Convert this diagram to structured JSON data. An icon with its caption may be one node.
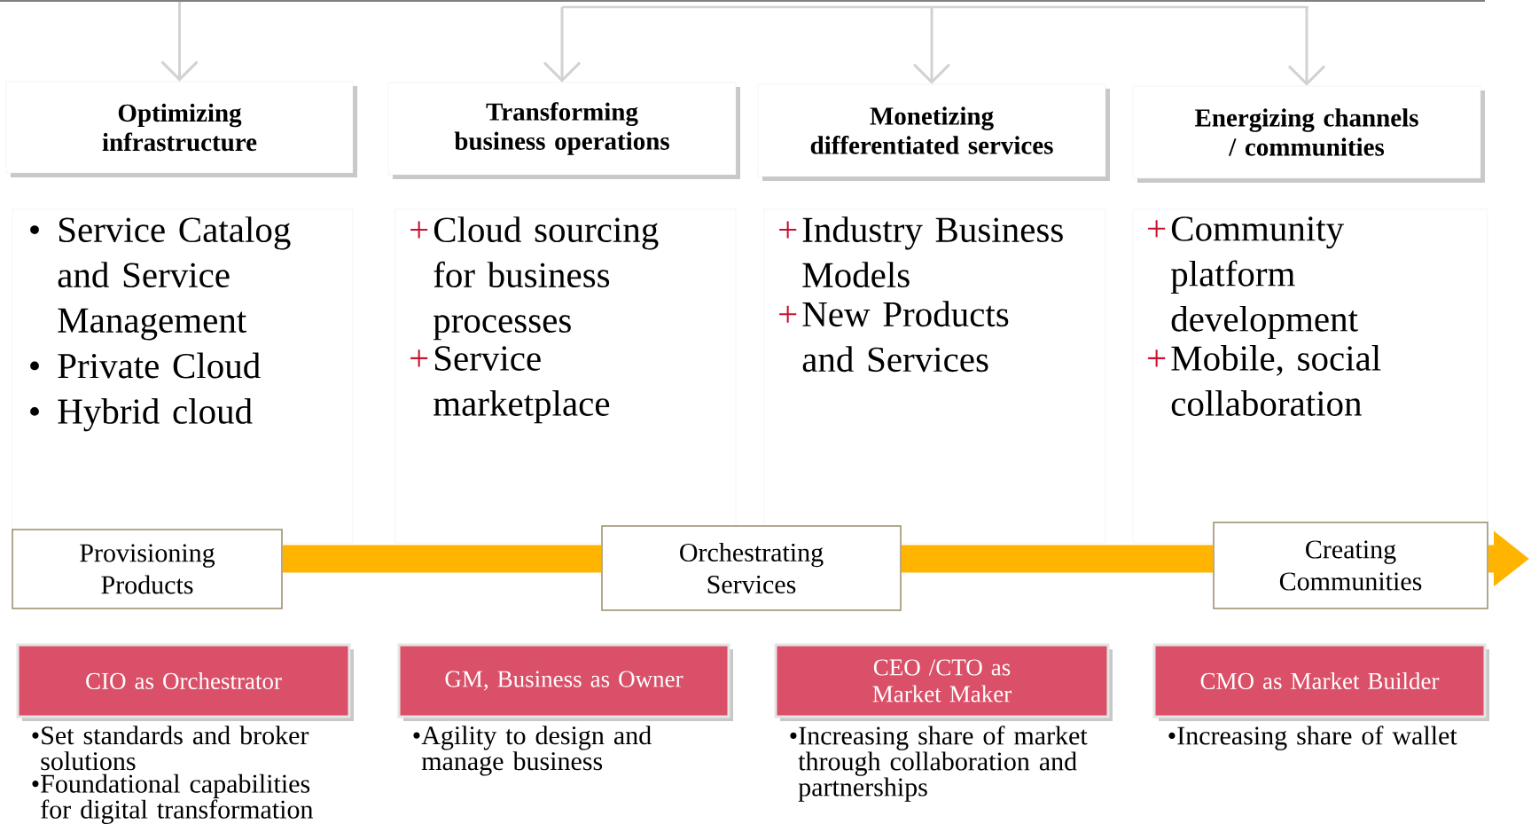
{
  "diagram": {
    "nodes": [
      {
        "text": [
          "Optimizing infrastructure"
        ]
      },
      {
        "text": [
          "Transforming business operations"
        ]
      },
      {
        "text": [
          "Monetizing differentiated services"
        ]
      },
      {
        "text": [
          "Energizing channels / communities"
        ]
      },
      {
        "text": [
          "Service Catalog and Service Management",
          "Private Cloud",
          "Hybrid cloud"
        ]
      },
      {
        "text": [
          "Cloud sourcing for business processes",
          "Service marketplace"
        ]
      },
      {
        "text": [
          "Industry Business Models",
          "New Products and Services"
        ]
      },
      {
        "text": [
          "Community platform development",
          "Mobile, social collaboration"
        ]
      },
      {
        "text": [
          "Provisioning Products"
        ]
      },
      {
        "text": [
          "Orchestrating Services"
        ]
      },
      {
        "text": [
          "Creating Communities"
        ]
      },
      {
        "text": [
          "CIO as Orchestrator"
        ],
        "beside": [
          "Set standards and broker solutions",
          "Foundational capabilities for digital transformation"
        ]
      },
      {
        "text": [
          "GM, Business as Owner"
        ],
        "beside": [
          "Agility to design and manage business"
        ]
      },
      {
        "text": [
          "CEO /CTO as Market Maker"
        ],
        "beside": [
          "Increasing share of market through collaboration and partnerships"
        ]
      },
      {
        "text": [
          "CMO as Market Builder"
        ],
        "beside": [
          "Increasing share of wallet"
        ]
      }
    ],
    "edges": [
      {
        "from": null,
        "to": 0,
        "arrow": "to"
      },
      {
        "from": null,
        "to": 1,
        "arrow": "to"
      },
      {
        "from": null,
        "to": 2,
        "arrow": "to"
      },
      {
        "from": null,
        "to": 3,
        "arrow": "to"
      },
      {
        "from": 8,
        "to": 9,
        "arrow": "none",
        "style": "thick",
        "color": "#ffb400"
      },
      {
        "from": 9,
        "to": 10,
        "arrow": "none",
        "style": "thick",
        "color": "#ffb400"
      },
      {
        "from": 10,
        "to": null,
        "arrow": "to",
        "style": "thick",
        "color": "#ffb400"
      }
    ],
    "labels": [
      "•",
      "•",
      "•",
      "+",
      "+",
      "+",
      "+",
      "+",
      "+",
      "•",
      "•",
      "•",
      "•",
      "•"
    ]
  }
}
